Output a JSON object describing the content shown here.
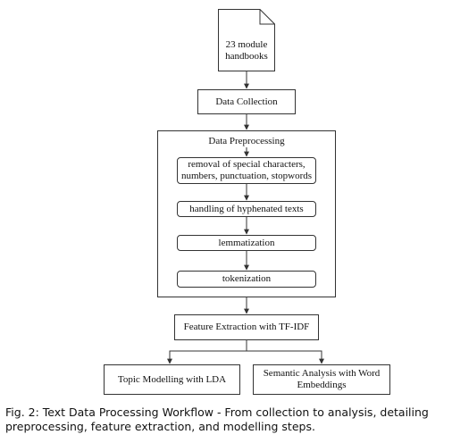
{
  "input": {
    "label_line1": "23 module",
    "label_line2": "handbooks"
  },
  "collection": {
    "label": "Data Collection"
  },
  "preprocessing": {
    "title": "Data Preprocessing",
    "steps": [
      {
        "line1": "removal of special characters,",
        "line2": "numbers, punctuation, stopwords"
      },
      {
        "line1": "handling of hyphenated texts"
      },
      {
        "line1": "lemmatization"
      },
      {
        "line1": "tokenization"
      }
    ]
  },
  "feature_extraction": {
    "label": "Feature Extraction with TF-IDF"
  },
  "outputs": {
    "left": {
      "line1": "Topic Modelling with LDA"
    },
    "right": {
      "line1": "Semantic Analysis with Word",
      "line2": "Embeddings"
    }
  },
  "caption": {
    "line1": "Fig. 2: Text Data Processing Workflow - From collection to analysis, detailing",
    "line2": "preprocessing, feature extraction, and modelling steps."
  },
  "colors": {
    "stroke": "#333333",
    "text": "#111111",
    "background": "#ffffff"
  }
}
